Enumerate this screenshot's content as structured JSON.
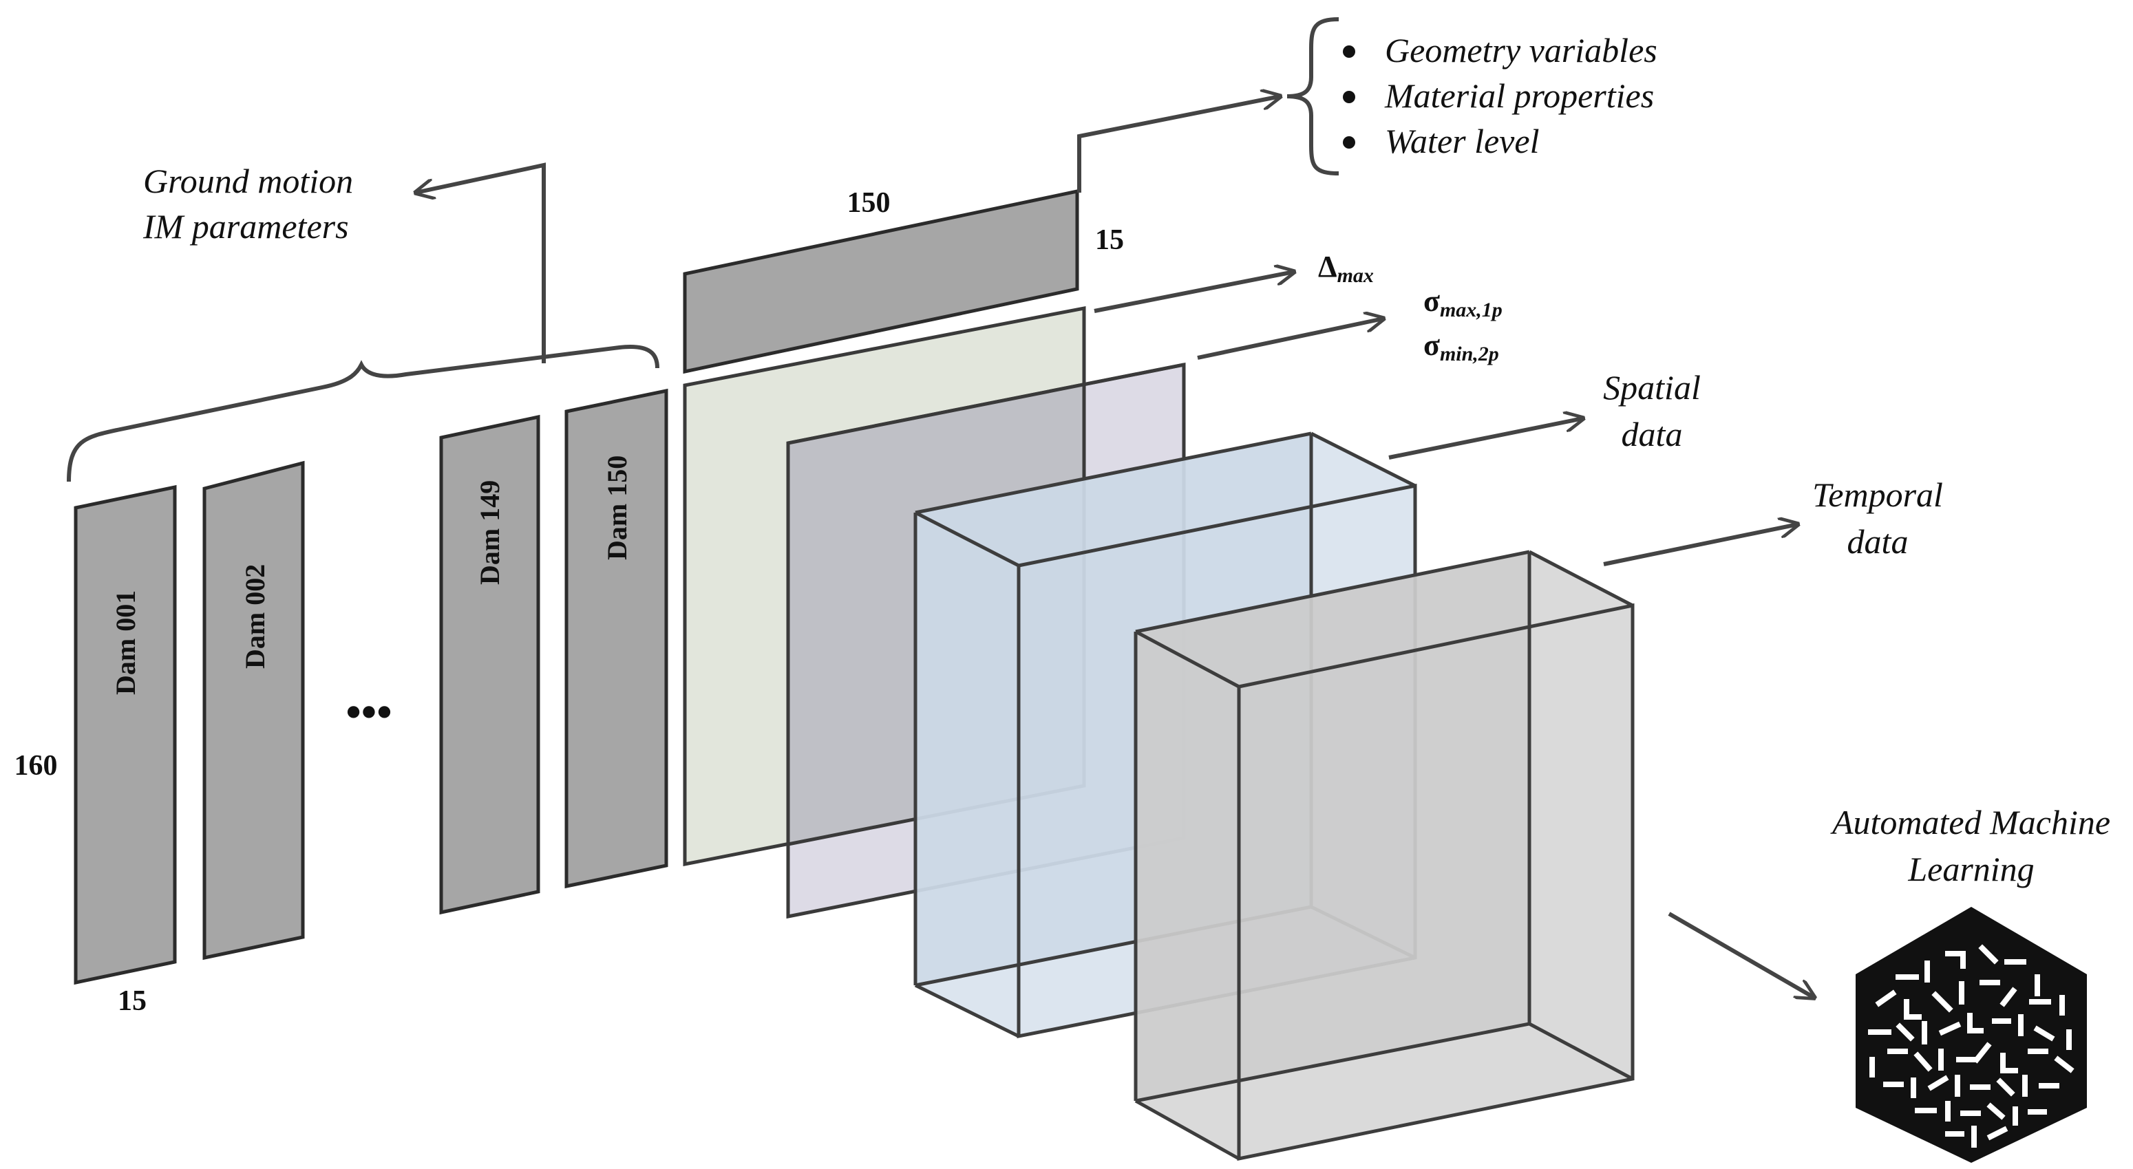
{
  "inputs": {
    "dams": [
      "Dam 001",
      "Dam 002",
      "Dam 149",
      "Dam 150"
    ],
    "ellipsis": "•••",
    "height_label": "160",
    "width_label": "15",
    "ground_motion": [
      "Ground motion",
      "IM parameters"
    ]
  },
  "dam_parameters": {
    "length_label": "150",
    "width_label": "15",
    "bullets": [
      "Geometry variables",
      "Material properties",
      "Water level"
    ]
  },
  "outputs": {
    "delta_symbol": "Δ",
    "delta_sub": "max",
    "sigma1_symbol": "σ",
    "sigma1_sub": "max,1p",
    "sigma2_symbol": "σ",
    "sigma2_sub": "min,2p",
    "spatial": [
      "Spatial",
      "data"
    ],
    "temporal": [
      "Temporal",
      "data"
    ]
  },
  "automl": {
    "title": [
      "Automated Machine",
      "Learning"
    ],
    "icon": "automl-hexagon-icon"
  },
  "colors": {
    "dam_fill": "#a6a6a6",
    "plane1_fill": "#e2e6dc",
    "plane2_fill": "#d9d7e3",
    "plane2_overlap": "#bfc0c6",
    "cube1_fill": "#d6e0ec",
    "cube2_fill": "#d4d4d4",
    "arrow": "#444444"
  }
}
